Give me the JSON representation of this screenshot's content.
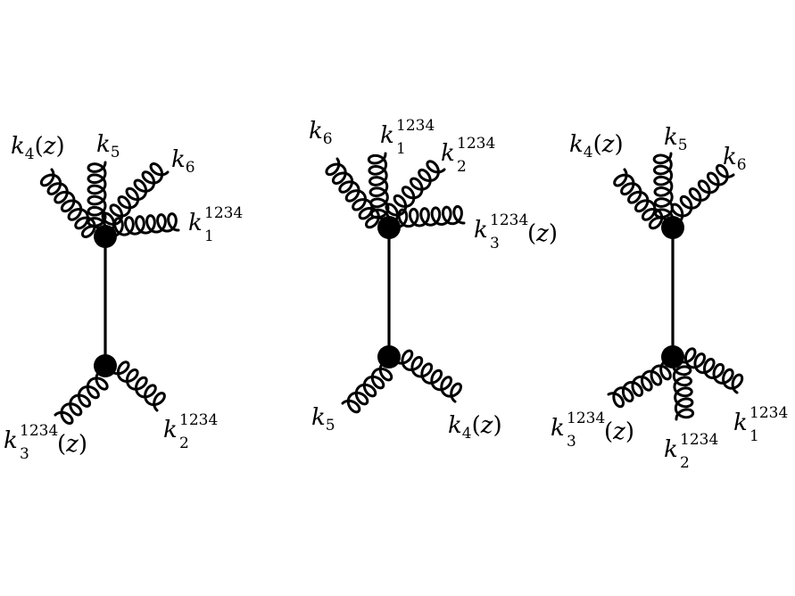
{
  "diagrams": [
    {
      "labels": {
        "k4z": {
          "base": "k",
          "sub": "4",
          "arg": "z"
        },
        "k5": {
          "base": "k",
          "sub": "5"
        },
        "k6": {
          "base": "k",
          "sub": "6"
        },
        "k1": {
          "base": "k",
          "sup": "1234",
          "sub": "1"
        },
        "k3z": {
          "base": "k",
          "sup": "1234",
          "sub": "3",
          "arg": "z"
        },
        "k2": {
          "base": "k",
          "sup": "1234",
          "sub": "2"
        }
      }
    },
    {
      "labels": {
        "k6": {
          "base": "k",
          "sub": "6"
        },
        "k1": {
          "base": "k",
          "sup": "1234",
          "sub": "1"
        },
        "k2": {
          "base": "k",
          "sup": "1234",
          "sub": "2"
        },
        "k3z": {
          "base": "k",
          "sup": "1234",
          "sub": "3",
          "arg": "z"
        },
        "k5": {
          "base": "k",
          "sub": "5"
        },
        "k4z": {
          "base": "k",
          "sub": "4",
          "arg": "z"
        }
      }
    },
    {
      "labels": {
        "k4z": {
          "base": "k",
          "sub": "4",
          "arg": "z"
        },
        "k5": {
          "base": "k",
          "sub": "5"
        },
        "k6": {
          "base": "k",
          "sub": "6"
        },
        "k3z": {
          "base": "k",
          "sup": "1234",
          "sub": "3",
          "arg": "z"
        },
        "k2": {
          "base": "k",
          "sup": "1234",
          "sub": "2"
        },
        "k1": {
          "base": "k",
          "sup": "1234",
          "sub": "1"
        }
      }
    }
  ]
}
